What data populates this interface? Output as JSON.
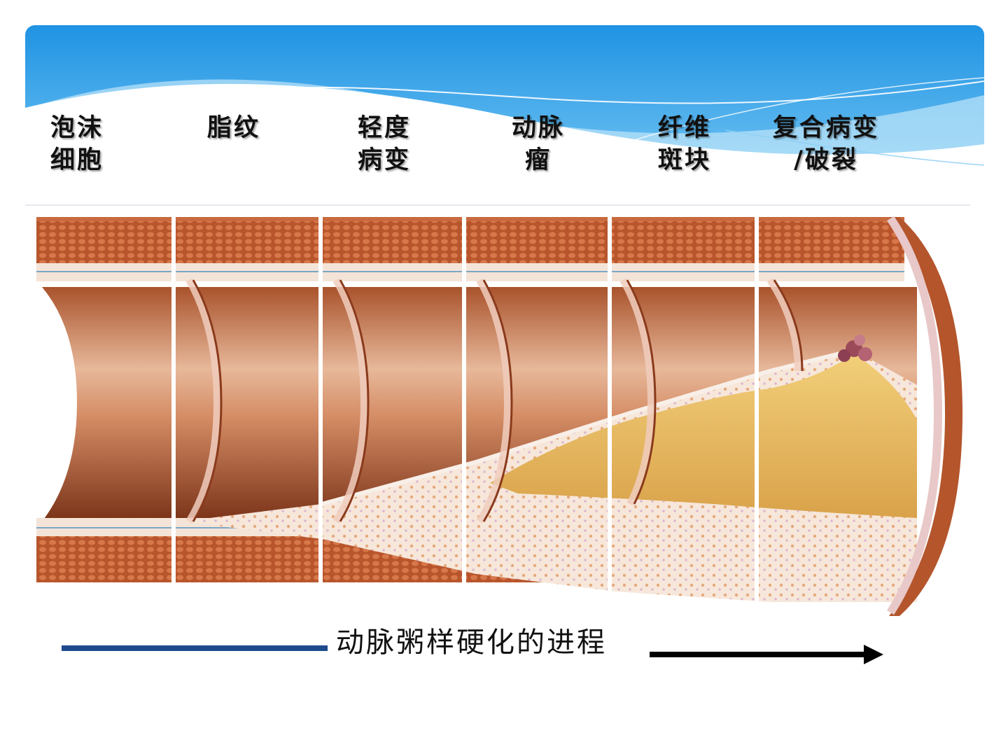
{
  "theme": {
    "accent": "#1a8fe0",
    "accent_light": "#8fcff5",
    "tissue": "#c0673e",
    "plaque": "#e8b85a",
    "caption_line": "#1f4a8c"
  },
  "stages": [
    {
      "line1": "泡沫",
      "line2": "细胞"
    },
    {
      "line1": "脂纹",
      "line2": ""
    },
    {
      "line1": "轻度",
      "line2": "病变"
    },
    {
      "line1": "动脉",
      "line2": "瘤"
    },
    {
      "line1": "纤维",
      "line2": "斑块"
    },
    {
      "line1": "复合病变",
      "line2": "/破裂"
    }
  ],
  "caption": {
    "text": "动脉粥样硬化的进程"
  }
}
